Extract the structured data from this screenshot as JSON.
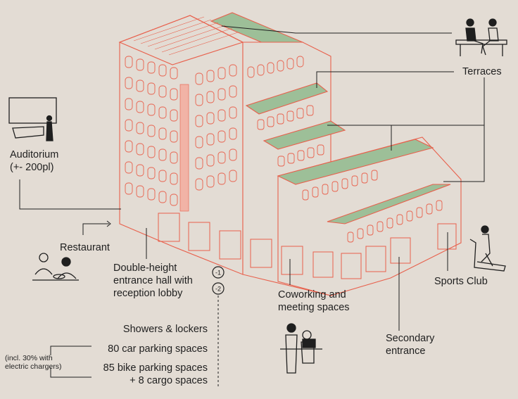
{
  "colors": {
    "background": "#e3dcd4",
    "building_outline": "#e8604c",
    "terrace_fill": "#9dbf98",
    "ink": "#1f1f1f"
  },
  "labels": {
    "terraces": "Terraces",
    "auditorium": "Auditorium\n(+- 200pl)",
    "restaurant": "Restaurant",
    "entrance_hall": "Double-height\nentrance hall with\nreception lobby",
    "coworking": "Coworking and\nmeeting spaces",
    "secondary_entrance": "Secondary\nentrance",
    "sports_club": "Sports Club",
    "showers": "Showers & lockers",
    "car_parking": "80 car parking spaces",
    "chargers_note": "(incl. 30% with\nelectric chargers)",
    "bike_parking": "85 bike parking spaces\n+ 8 cargo spaces"
  },
  "basement_levels": [
    "-1",
    "-2"
  ],
  "icons": [
    "people-sitting-icon",
    "auditorium-screen-icon",
    "diners-icon",
    "coworkers-icon",
    "treadmill-runner-icon"
  ]
}
